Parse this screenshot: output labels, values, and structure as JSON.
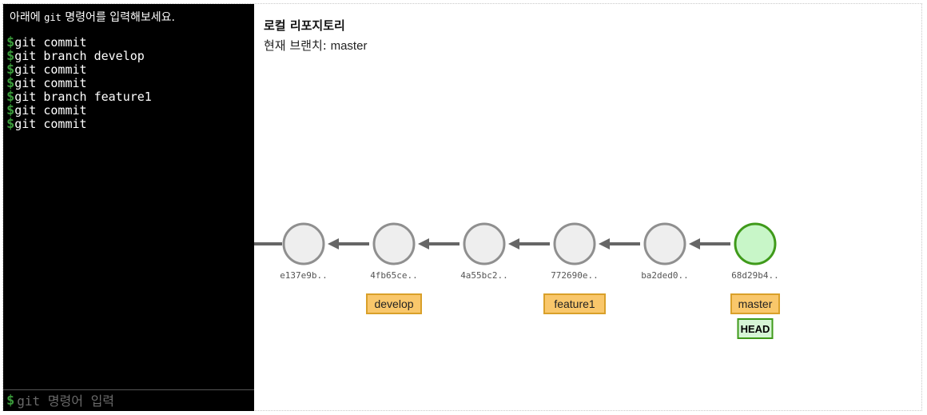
{
  "terminal": {
    "hint_before": "아래에 ",
    "hint_code": "git",
    "hint_after": " 명령어를 입력해보세요.",
    "prompt_symbol": "$",
    "history": [
      "git commit",
      "git branch develop",
      "git commit",
      "git commit",
      "git branch feature1",
      "git commit",
      "git commit"
    ],
    "input": {
      "value": "",
      "placeholder": "git 명령어 입력"
    }
  },
  "repository": {
    "title": "로컬 리포지토리",
    "current_branch_label": "현재 브랜치: ",
    "current_branch": "master"
  },
  "graph": {
    "commits": [
      {
        "id": "e137e9b..",
        "refs": [],
        "head": false
      },
      {
        "id": "4fb65ce..",
        "refs": [
          "develop"
        ],
        "head": false
      },
      {
        "id": "4a55bc2..",
        "refs": [],
        "head": false
      },
      {
        "id": "772690e..",
        "refs": [
          "feature1"
        ],
        "head": false
      },
      {
        "id": "ba2ded0..",
        "refs": [],
        "head": false
      },
      {
        "id": "68d29b4..",
        "refs": [
          "master"
        ],
        "head": true
      }
    ],
    "head_label": "HEAD",
    "colors": {
      "commit_fill": "#eeeeee",
      "commit_stroke": "#8f8f8f",
      "current_fill": "#c8f6c8",
      "current_stroke": "#3f9a1a",
      "branch_label_fill": "#f9c76b",
      "branch_label_stroke": "#d9a02a",
      "head_fill": "#d6f5d6",
      "arrow": "#666666"
    }
  }
}
